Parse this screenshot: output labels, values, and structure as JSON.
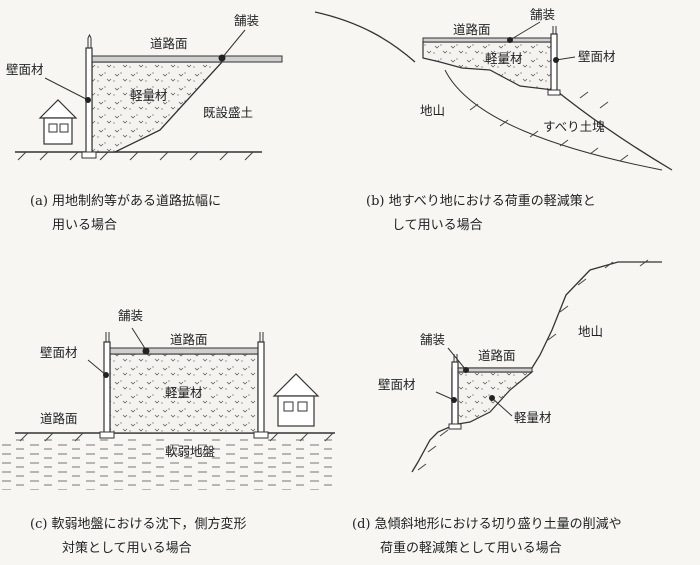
{
  "panels": {
    "a": {
      "labels": {
        "pavement": "舗装",
        "road_surface": "道路面",
        "wall": "壁面材",
        "lightweight": "軽量材",
        "existing_fill": "既設盛土"
      },
      "caption": [
        "(a)  用地制約等がある道路拡幅に",
        "用いる場合"
      ]
    },
    "b": {
      "labels": {
        "pavement": "舗装",
        "road_surface": "道路面",
        "wall": "壁面材",
        "lightweight": "軽量材",
        "ground": "地山",
        "slide_block": "すべり土塊"
      },
      "caption": [
        "(b)  地すべり地における荷重の軽減策と",
        "して用いる場合"
      ]
    },
    "c": {
      "labels": {
        "pavement": "舗装",
        "road_surface": "道路面",
        "wall": "壁面材",
        "lightweight": "軽量材",
        "road_surface_left": "道路面",
        "soft_ground": "軟弱地盤"
      },
      "caption": [
        "(c)  軟弱地盤における沈下，側方変形",
        "対策として用いる場合"
      ]
    },
    "d": {
      "labels": {
        "pavement": "舗装",
        "road_surface": "道路面",
        "wall": "壁面材",
        "lightweight": "軽量材",
        "ground": "地山"
      },
      "caption": [
        "(d)  急傾斜地形における切り盛り土量の削減や",
        "荷重の軽減策として用いる場合"
      ]
    }
  }
}
